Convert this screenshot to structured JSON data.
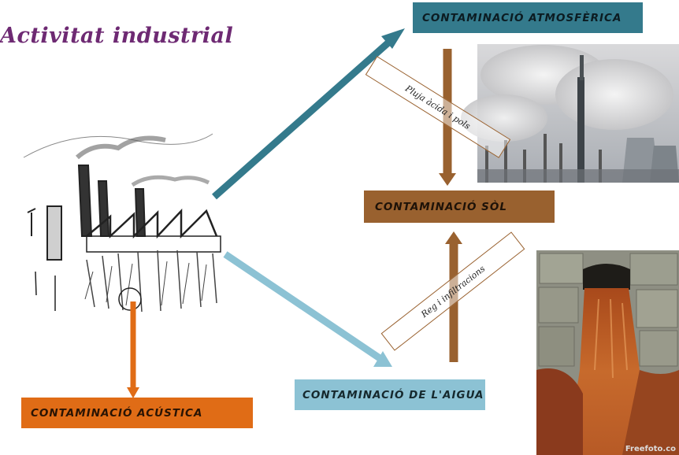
{
  "title": "Activitat industrial",
  "boxes": {
    "atmosferica": "CONTAMINACIÓ  ATMOSFÈRICA",
    "sol": "CONTAMINACIÓ  SÒL",
    "aigua": "CONTAMINACIÓ  DE L'AIGUA",
    "acustica": "CONTAMINACIÓ  ACÚSTICA"
  },
  "tags": {
    "pluja": "Pluja àcida i pols",
    "reg": "Reg i infiltracions"
  },
  "watermark": "Freefoto.co",
  "colors": {
    "title": "#6e2a73",
    "atmosferica": "#347a8c",
    "sol": "#99612f",
    "aigua": "#8cc2d4",
    "acustica": "#e06c16"
  }
}
